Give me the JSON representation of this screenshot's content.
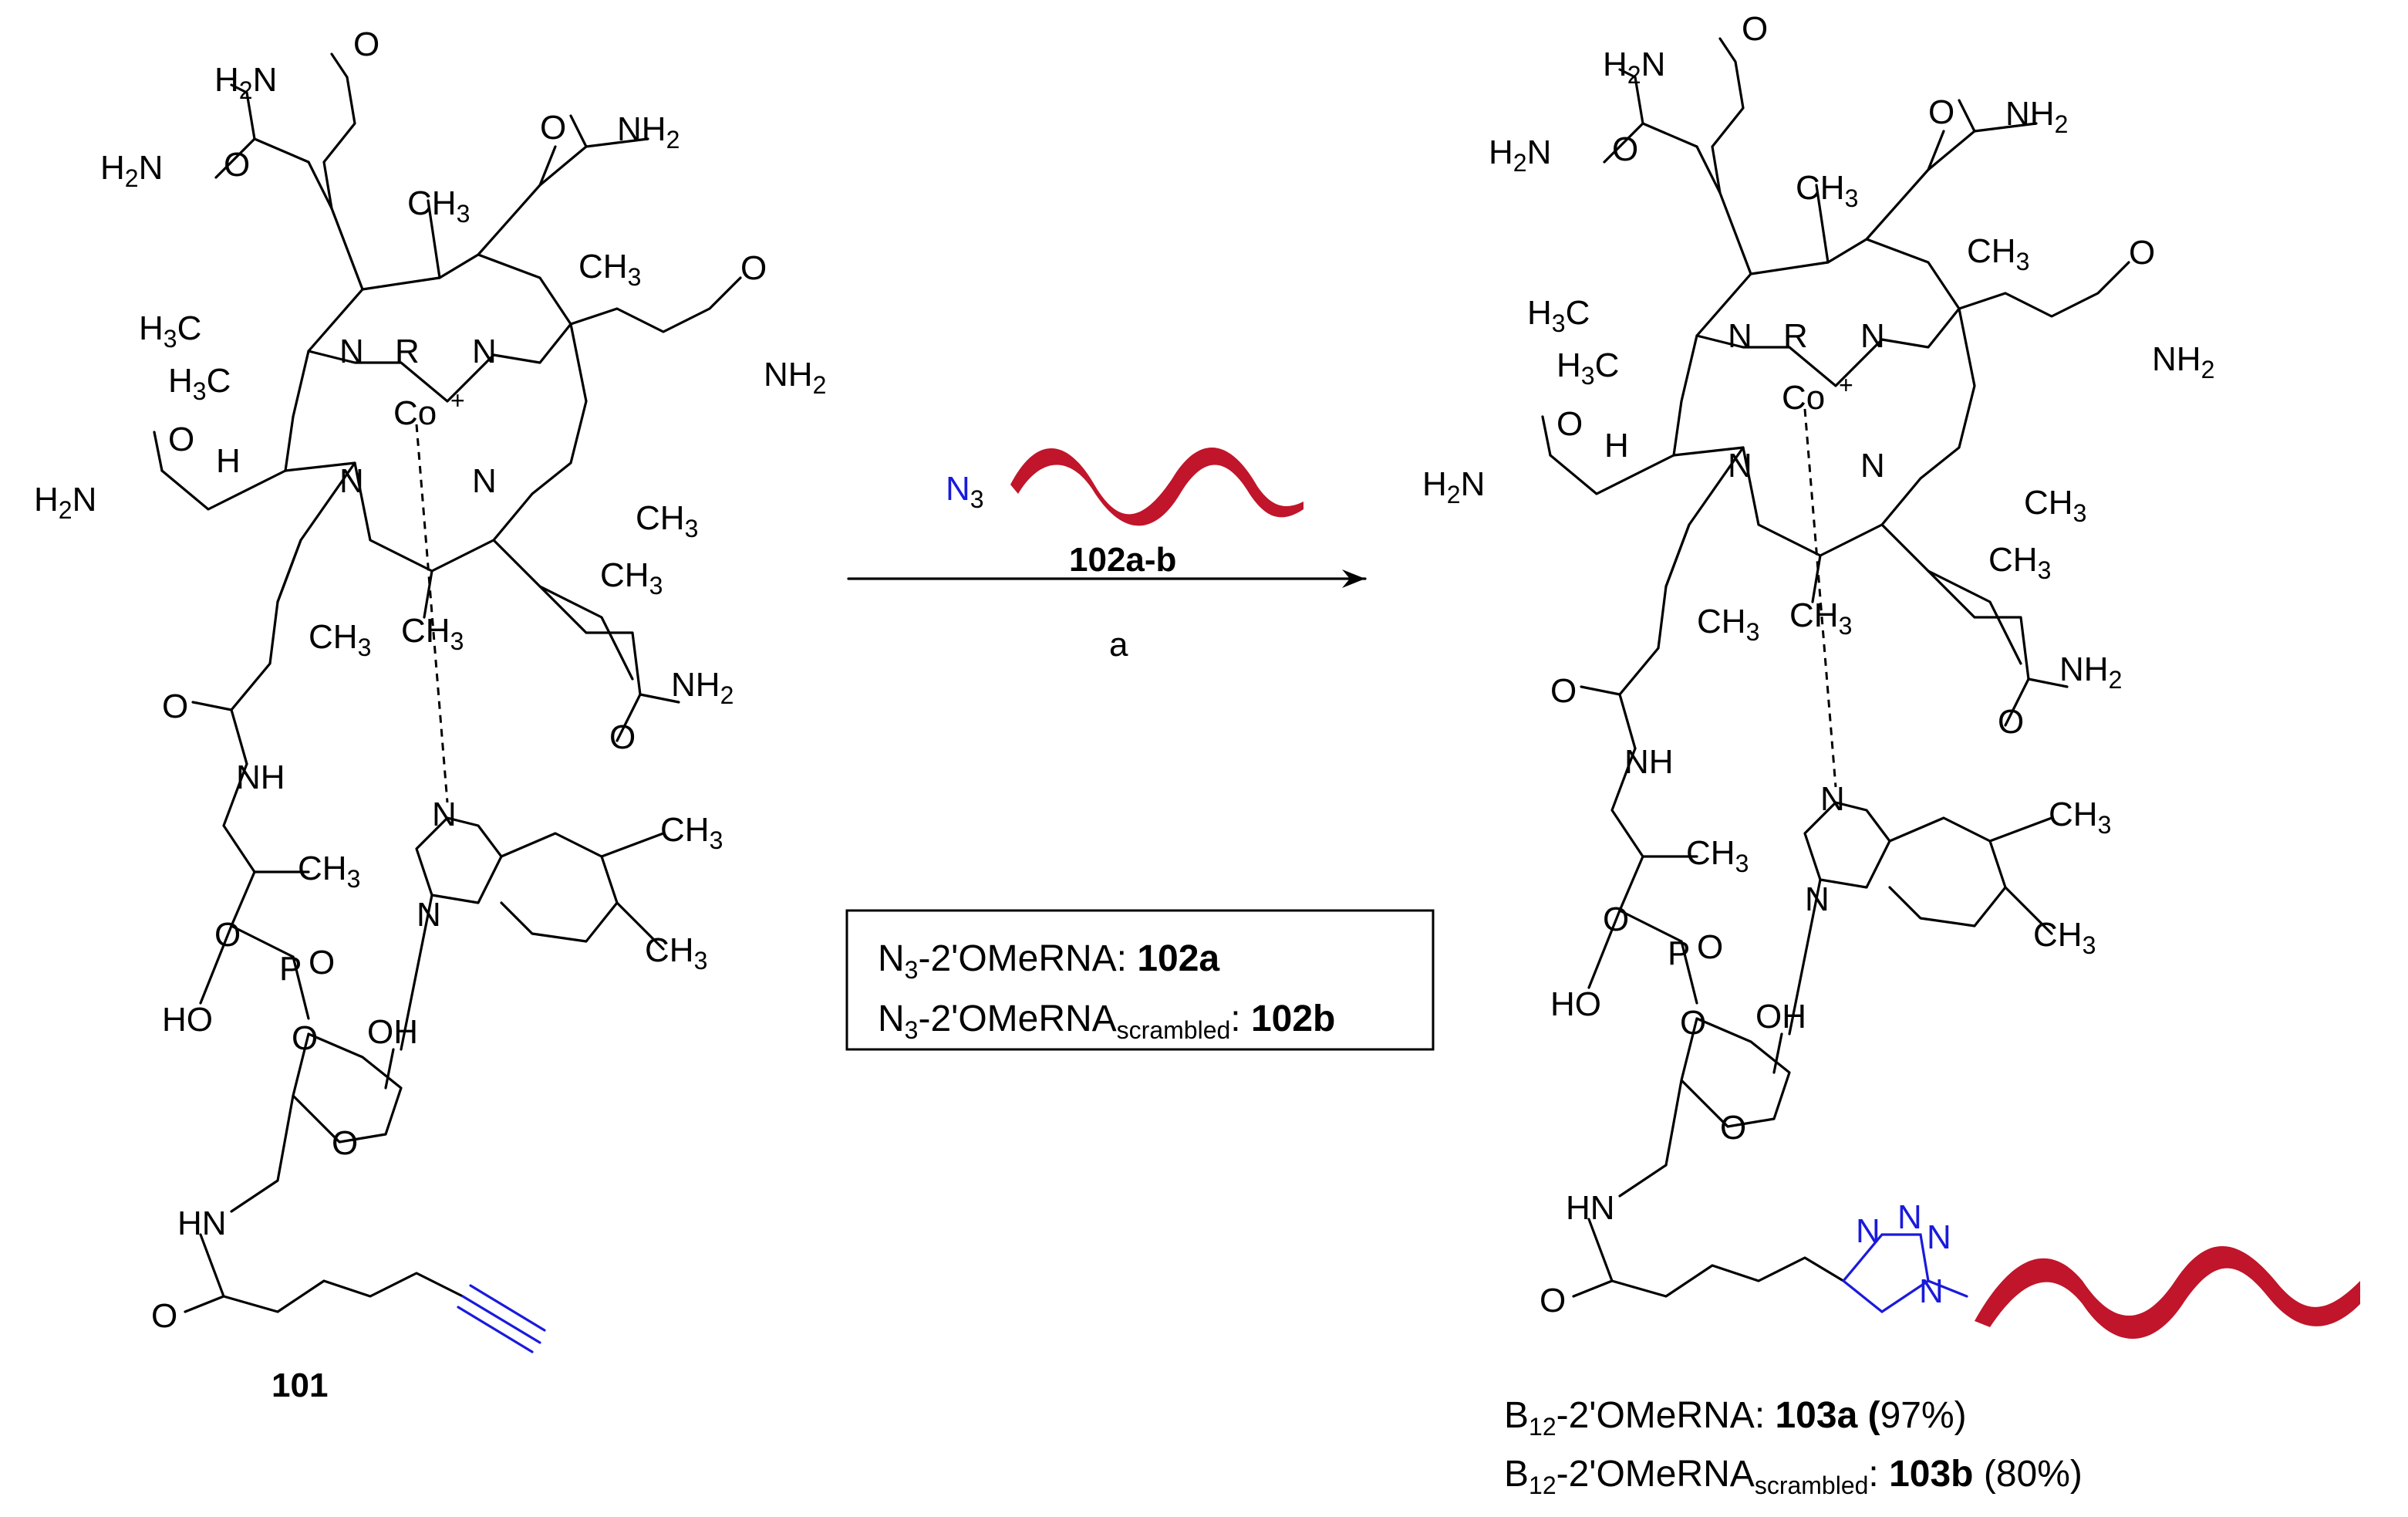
{
  "reactant": {
    "label": "101",
    "metal": "Co",
    "charge": "+",
    "ligand": "R",
    "groups": {
      "amide_nh2": "NH",
      "h2n": "H",
      "methyl": "CH",
      "h3c": "H",
      "nitrogen": "N",
      "oxygen": "O",
      "hydrogen": "H",
      "nh": "NH",
      "phosphorus": "P",
      "ho": "HO",
      "oh": "OH",
      "hn": "HN"
    }
  },
  "arrow": {
    "reagent_label": "102a-b",
    "azide": "N",
    "azide_sub": "3",
    "condition": "a"
  },
  "legend_box": {
    "line1_prefix": "N",
    "line1_sub": "3",
    "line1_text": "-2'OMeRNA:  ",
    "line1_id": "102a",
    "line2_prefix": "N",
    "line2_sub": "3",
    "line2_text": "-2'OMeRNA",
    "line2_sub2": "scrambled",
    "line2_colon": ": ",
    "line2_id": "102b"
  },
  "product": {
    "line1_prefix": "B",
    "line1_sub": "12",
    "line1_text": "-2'OMeRNA:  ",
    "line1_id": "103a",
    "line1_paren": " (",
    "line1_yield": "97%)",
    "line2_prefix": "B",
    "line2_sub": "12",
    "line2_text": "-2'OMeRNA",
    "line2_sub2": "scrambled",
    "line2_colon": ": ",
    "line2_id": "103b",
    "line2_yield": " (80%)"
  },
  "colors": {
    "bonds": "#000000",
    "azide_alkyne": "#1a1adc",
    "rna_ribbon": "#c0152a"
  }
}
